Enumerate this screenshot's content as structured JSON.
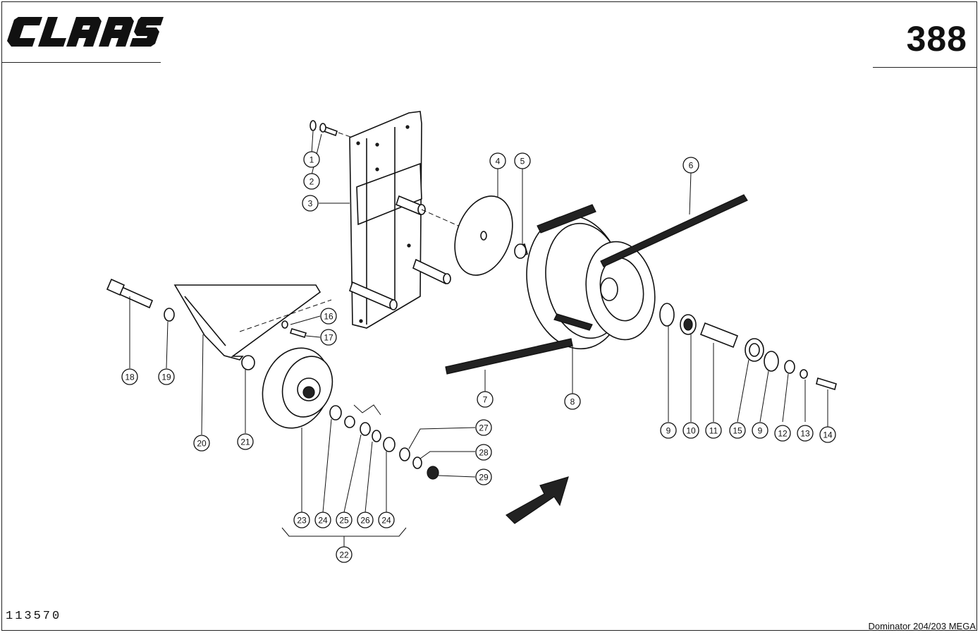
{
  "header": {
    "brand_logo_text": "CLAAS",
    "page_number": "388"
  },
  "footer": {
    "drawing_number": "113570",
    "model_caption": "Dominator 204/203 MEGA"
  },
  "callouts": [
    {
      "id": "c1",
      "label": "1"
    },
    {
      "id": "c2",
      "label": "2"
    },
    {
      "id": "c3",
      "label": "3"
    },
    {
      "id": "c4",
      "label": "4"
    },
    {
      "id": "c5",
      "label": "5"
    },
    {
      "id": "c6",
      "label": "6"
    },
    {
      "id": "c7",
      "label": "7"
    },
    {
      "id": "c8",
      "label": "8"
    },
    {
      "id": "c9a",
      "label": "9"
    },
    {
      "id": "c10",
      "label": "10"
    },
    {
      "id": "c11",
      "label": "11"
    },
    {
      "id": "c15",
      "label": "15"
    },
    {
      "id": "c9b",
      "label": "9"
    },
    {
      "id": "c12",
      "label": "12"
    },
    {
      "id": "c13",
      "label": "13"
    },
    {
      "id": "c14",
      "label": "14"
    },
    {
      "id": "c16",
      "label": "16"
    },
    {
      "id": "c17",
      "label": "17"
    },
    {
      "id": "c18",
      "label": "18"
    },
    {
      "id": "c19",
      "label": "19"
    },
    {
      "id": "c20",
      "label": "20"
    },
    {
      "id": "c21",
      "label": "21"
    },
    {
      "id": "c23",
      "label": "23"
    },
    {
      "id": "c24a",
      "label": "24"
    },
    {
      "id": "c25",
      "label": "25"
    },
    {
      "id": "c26",
      "label": "26"
    },
    {
      "id": "c24b",
      "label": "24"
    },
    {
      "id": "c22",
      "label": "22"
    },
    {
      "id": "c27",
      "label": "27"
    },
    {
      "id": "c28",
      "label": "28"
    },
    {
      "id": "c29",
      "label": "29"
    }
  ]
}
